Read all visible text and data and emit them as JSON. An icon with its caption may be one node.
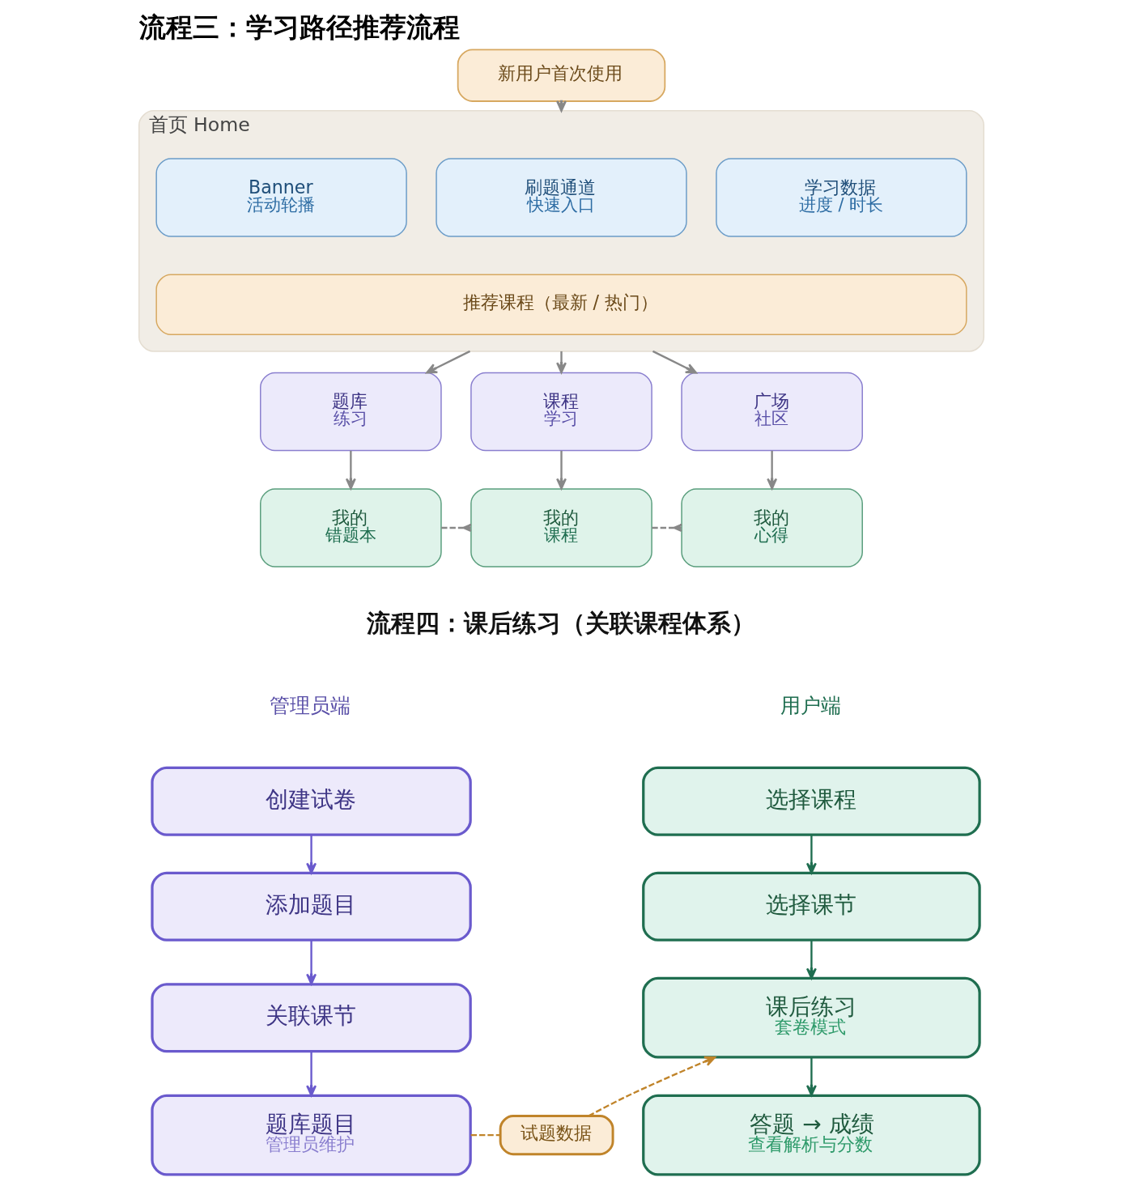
{
  "diagram": {
    "title": "流程三：学习路径推荐流程",
    "nodes": [
      {
        "text": [
          "新用户首次使用"
        ]
      },
      {
        "text": [
          "首页 Home"
        ]
      },
      {
        "text": [
          "Banner",
          "活动轮播"
        ],
        "in": 1
      },
      {
        "text": [
          "刷题通道",
          "快速入口"
        ],
        "in": 1
      },
      {
        "text": [
          "学习数据",
          "进度 / 时长"
        ],
        "in": 1
      },
      {
        "text": [
          "推荐课程（最新 / 热门）"
        ],
        "in": 1
      },
      {
        "text": [
          "题库",
          "练习"
        ]
      },
      {
        "text": [
          "课程",
          "学习"
        ]
      },
      {
        "text": [
          "广场",
          "社区"
        ]
      },
      {
        "text": [
          "我的",
          "错题本"
        ]
      },
      {
        "text": [
          "我的",
          "课程"
        ]
      },
      {
        "text": [
          "我的",
          "心得"
        ]
      },
      {
        "text": [
          "创建试卷"
        ]
      },
      {
        "text": [
          "添加题目"
        ]
      },
      {
        "text": [
          "关联课节"
        ]
      },
      {
        "text": [
          "题库题目",
          "管理员维护"
        ]
      },
      {
        "text": [
          "试题数据"
        ]
      },
      {
        "text": [
          "选择课程"
        ]
      },
      {
        "text": [
          "选择课节"
        ]
      },
      {
        "text": [
          "课后练习",
          "套卷模式"
        ]
      },
      {
        "text": [
          "答题 → 成绩",
          "查看解析与分数"
        ]
      }
    ],
    "edges": [
      {
        "from": 0,
        "to": 1,
        "arrow": "to"
      },
      {
        "from": 1,
        "to": 6,
        "arrow": "to"
      },
      {
        "from": 1,
        "to": 7,
        "arrow": "to"
      },
      {
        "from": 1,
        "to": 8,
        "arrow": "to"
      },
      {
        "from": 6,
        "to": 9,
        "arrow": "to"
      },
      {
        "from": 7,
        "to": 10,
        "arrow": "to"
      },
      {
        "from": 8,
        "to": 11,
        "arrow": "to"
      },
      {
        "from": 9,
        "to": 10,
        "arrow": "other",
        "style": "dashed"
      },
      {
        "from": 10,
        "to": 11,
        "arrow": "other",
        "style": "dashed"
      },
      {
        "from": 12,
        "to": 13,
        "arrow": "to",
        "color": "#6a5acd"
      },
      {
        "from": 13,
        "to": 14,
        "arrow": "to",
        "color": "#6a5acd"
      },
      {
        "from": 14,
        "to": 15,
        "arrow": "to",
        "color": "#6a5acd"
      },
      {
        "from": 15,
        "to": 16,
        "arrow": "none",
        "style": "dashed",
        "color": "#c0842a"
      },
      {
        "from": 16,
        "to": 19,
        "arrow": "to",
        "style": "dashed",
        "color": "#c0842a"
      },
      {
        "from": 17,
        "to": 18,
        "arrow": "to",
        "color": "#1f6e50"
      },
      {
        "from": 18,
        "to": 19,
        "arrow": "to",
        "color": "#1f6e50"
      },
      {
        "from": 19,
        "to": 20,
        "arrow": "to",
        "color": "#1f6e50"
      }
    ],
    "labels": [
      "流程四：课后练习（关联课程体系）",
      "管理员端",
      "用户端"
    ]
  }
}
